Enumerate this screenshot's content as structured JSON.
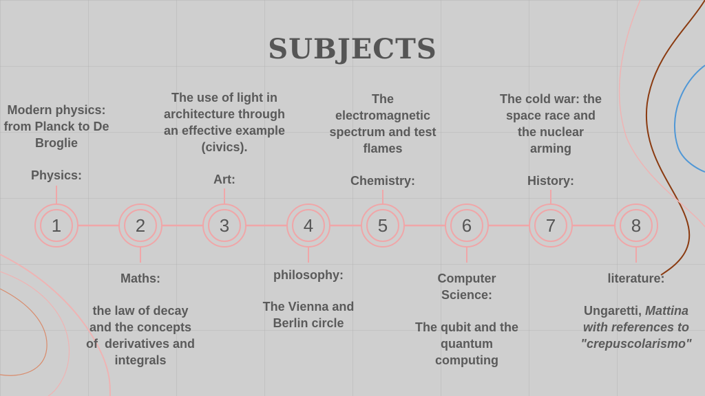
{
  "title": "SUBJECTS",
  "colors": {
    "accent": "#f0a6a8",
    "text": "#5a5a5a",
    "background": "#cfcfcf"
  },
  "nodes": [
    {
      "number": "1",
      "subject": "Physics:",
      "topic": [
        "Modern physics:",
        "from Planck to De",
        "Broglie"
      ]
    },
    {
      "number": "2",
      "subject": "Maths:",
      "topic": [
        "the law of decay",
        "and the concepts",
        "of  derivatives and",
        "integrals"
      ]
    },
    {
      "number": "3",
      "subject": "Art:",
      "topic": [
        "The use of light in",
        "architecture through",
        "an effective example",
        "(civics)."
      ]
    },
    {
      "number": "4",
      "subject": "philosophy:",
      "topic": [
        "The Vienna and",
        "Berlin circle"
      ]
    },
    {
      "number": "5",
      "subject": "Chemistry:",
      "topic": [
        "The",
        "electromagnetic",
        "spectrum and test",
        "flames"
      ]
    },
    {
      "number": "6",
      "subject": [
        "Computer",
        "Science:"
      ],
      "topic": [
        "The qubit and the",
        "quantum",
        "computing"
      ]
    },
    {
      "number": "7",
      "subject": "History:",
      "topic": [
        "The cold war: the",
        "space race and",
        "the nuclear",
        "arming"
      ]
    },
    {
      "number": "8",
      "subject": "literature:",
      "topic_prefix": "Ungaretti, ",
      "topic_italic_1": "Mattina",
      "topic_italic_2": "with references to",
      "topic_italic_3": "\"crepuscolarismo\""
    }
  ]
}
